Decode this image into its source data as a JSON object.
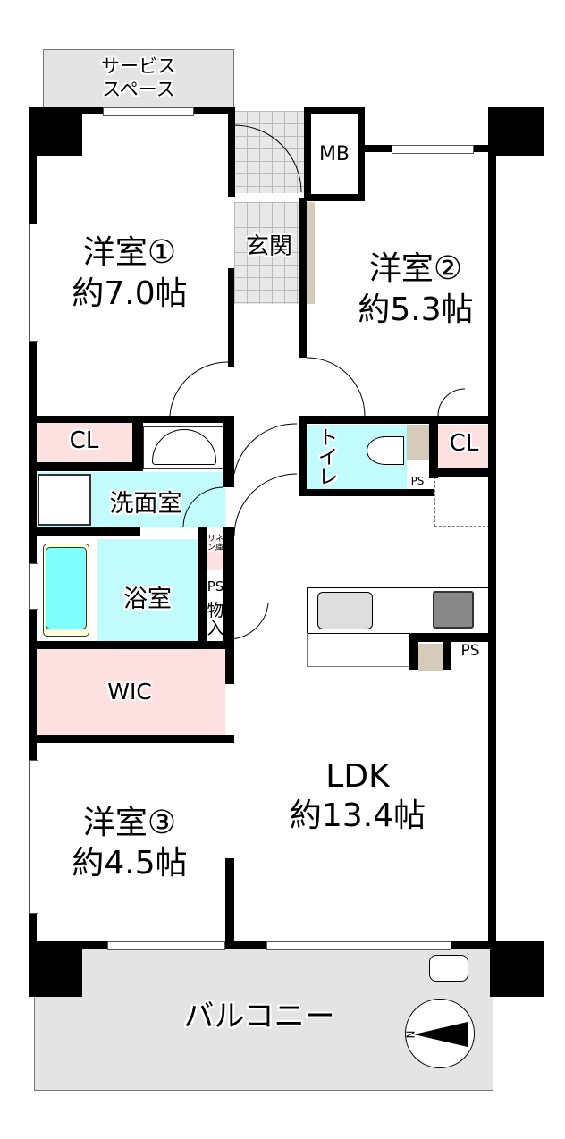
{
  "rooms": {
    "service_space": "サービス\nスペース",
    "service_space_l1": "サービス",
    "service_space_l2": "スペース",
    "western1_name": "洋室①",
    "western1_size": "約7.0帖",
    "entrance": "玄関",
    "mb": "MB",
    "western2_name": "洋室②",
    "western2_size": "約5.3帖",
    "cl_left": "CL",
    "cl_right": "CL",
    "toilet": "トイレ",
    "ps_toilet": "PS",
    "washroom": "洗面室",
    "bathroom": "浴室",
    "linen": "リネン庫",
    "ps_mid": "PS",
    "storage": "物入",
    "ps_kitchen": "PS",
    "wic": "WIC",
    "ldk_name": "LDK",
    "ldk_size": "約13.4帖",
    "western3_name": "洋室③",
    "western3_size": "約4.5帖",
    "balcony": "バルコニー",
    "compass_n": "N"
  },
  "colors": {
    "wall": "#000000",
    "closet": "#fde0e0",
    "wet_area": "#c2fbfb",
    "balcony": "#e4e4e4",
    "pillar": "#d6cbbb",
    "bathtub": "#80ffff"
  }
}
